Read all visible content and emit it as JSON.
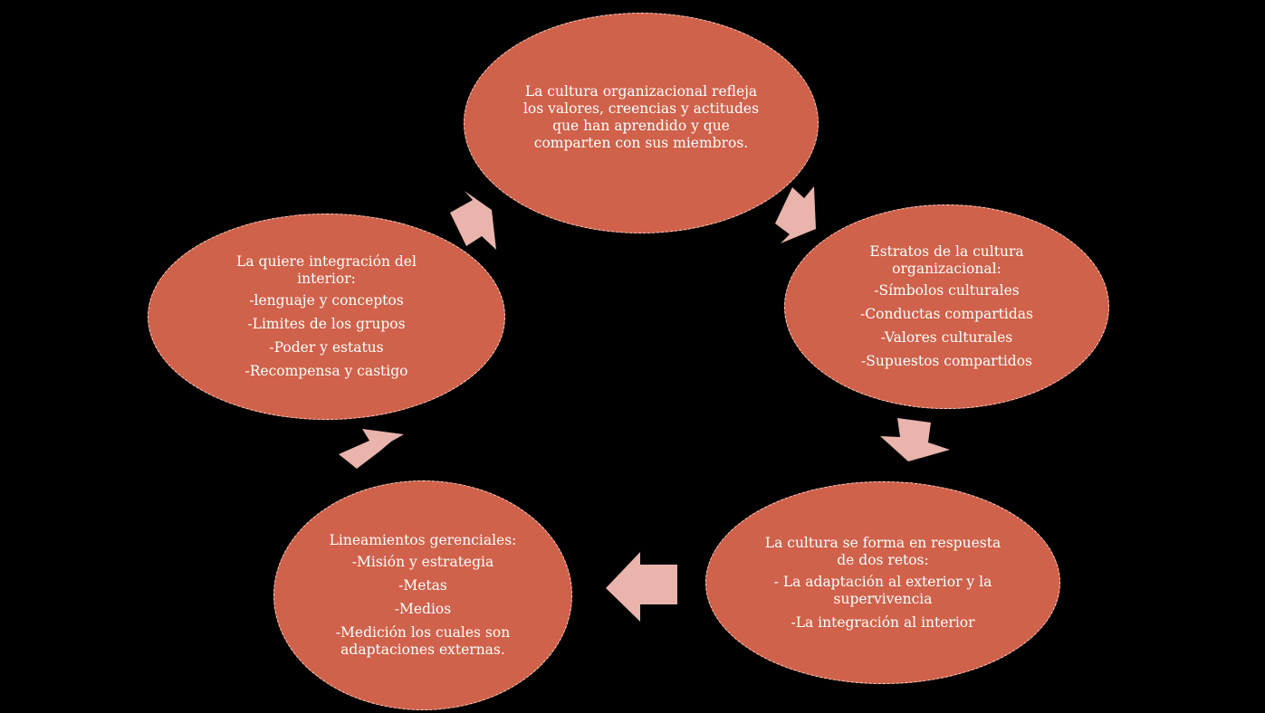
{
  "diagram": {
    "colors": {
      "background": "#000000",
      "node_fill": "#d0614a",
      "node_border": "#f4d5cc",
      "node_text": "#ffffff",
      "arrow_fill": "#e8b4ab"
    },
    "nodes": {
      "top": {
        "heading": "La cultura organizacional refleja\nlos valores,  creencias y actitudes\nque han aprendido y que\ncomparten con sus  miembros."
      },
      "right": {
        "heading": "Estratos de la cultura\norganizacional:",
        "items": [
          "-Símbolos culturales",
          "-Conductas compartidas",
          "-Valores culturales",
          "-Supuestos compartidos"
        ]
      },
      "bottom_right": {
        "heading": "La cultura se forma en respuesta\nde dos retos:",
        "items": [
          "- La adaptación al exterior y la\nsupervivencia",
          "-La integración al interior"
        ]
      },
      "bottom_left": {
        "heading": "Lineamientos gerenciales:",
        "items": [
          "-Misión y estrategia",
          "-Metas",
          "-Medios",
          "-Medición los cuales son\nadaptaciones externas."
        ]
      },
      "left": {
        "heading": "La quiere integración del\ninterior:",
        "items": [
          "-lenguaje y conceptos",
          "-Limites de los grupos",
          "-Poder y estatus",
          "-Recompensa y castigo"
        ]
      }
    }
  }
}
